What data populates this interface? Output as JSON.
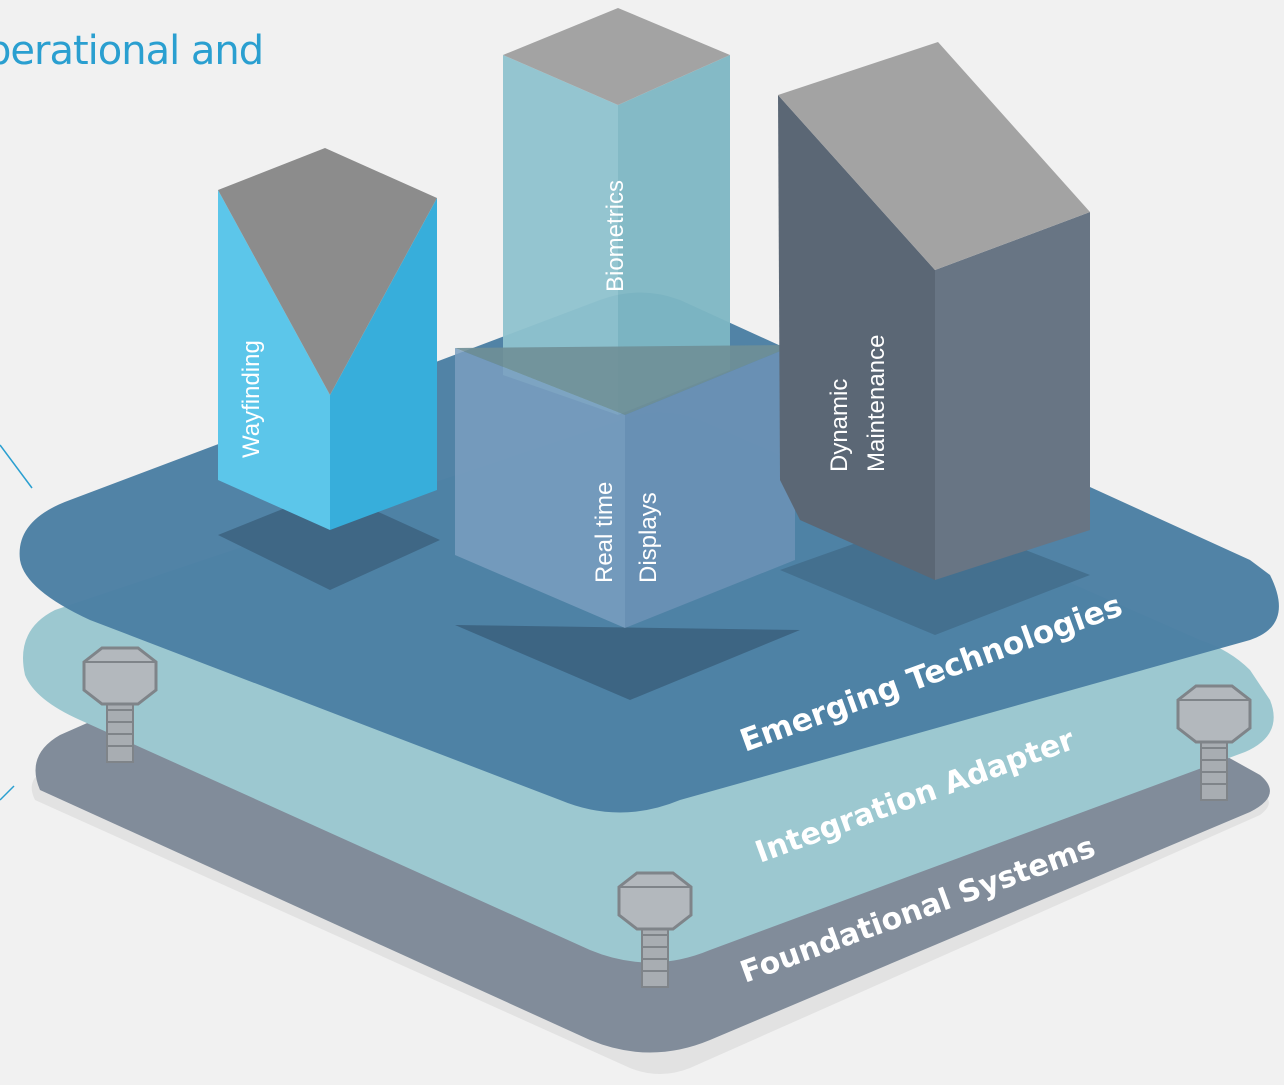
{
  "header": {
    "text": "perational and"
  },
  "layers": {
    "foundational": "Foundational Systems",
    "integration": "Integration Adapter",
    "emerging": "Emerging Technologies"
  },
  "blocks": {
    "wayfinding": [
      "Wayfinding"
    ],
    "biometrics": [
      "Biometrics"
    ],
    "realtime": [
      "Real time",
      "Displays"
    ],
    "maintenance": [
      "Dynamic",
      "Maintenance"
    ]
  },
  "colors": {
    "background": "#f1f1f1",
    "accent_text": "#2a9fd0",
    "foundational": "#818c9a",
    "integration": "#9cc8d0",
    "emerging": "#4b7fa3",
    "wayfinding": "#5cc6ea",
    "biometrics": "#8ec2cd",
    "realtime": "#7a9fbf",
    "maintenance": "#5b6775",
    "block_top": "#a3a3a3"
  }
}
